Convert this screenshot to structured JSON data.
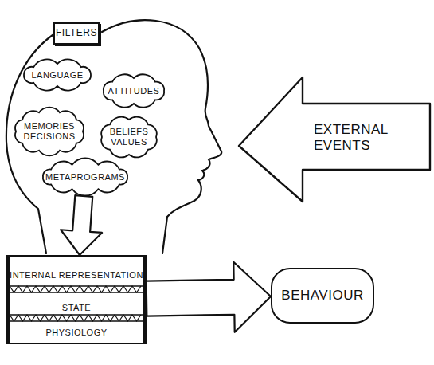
{
  "diagram": {
    "nodes": [
      {
        "text": [
          "FILTERS"
        ]
      },
      {
        "text": [
          "LANGUAGE"
        ]
      },
      {
        "text": [
          "ATTITUDES"
        ]
      },
      {
        "text": [
          "MEMORIES DECISIONS"
        ]
      },
      {
        "text": [
          "BELIEFS VALUES"
        ]
      },
      {
        "text": [
          "METAPROGRAMS"
        ]
      },
      {
        "text": [
          "EXTERNAL EVENTS"
        ]
      },
      {
        "text": [
          "INTERNAL REPRESENTATION",
          "STATE",
          "PHYSIOLOGY"
        ]
      },
      {
        "text": [
          "BEHAVIOUR"
        ]
      }
    ],
    "edges": [
      {
        "from": 5,
        "to": 7,
        "arrow": "to"
      },
      {
        "from": 7,
        "to": 8,
        "arrow": "to"
      }
    ]
  }
}
